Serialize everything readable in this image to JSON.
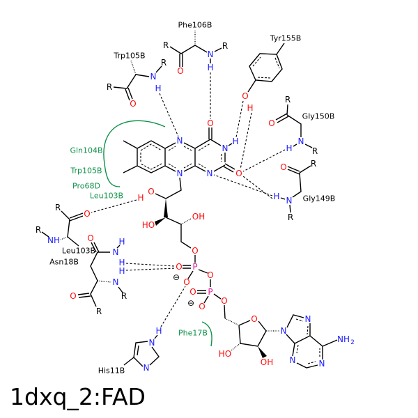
{
  "title": "1dxq_2:FAD",
  "residues": {
    "phe106": "Phe106B",
    "trp105": "Trp105B",
    "tyr155": "Tyr155B",
    "gly150": "Gly150B",
    "gly149": "Gly149B",
    "leu103": "Leu103B",
    "asn18": "Asn18B",
    "his11": "His11B"
  },
  "hydrophobic": {
    "gln104": "Gln104B",
    "trp105": "Trp105B",
    "pro68": "Pro68D",
    "leu103": "Leu103B",
    "phe17": "Phe17B"
  },
  "atoms": [
    "N",
    "N",
    "O",
    "N",
    "H",
    "O",
    "N",
    "O",
    "H",
    "HO",
    "OH",
    "O",
    "P",
    "O",
    "O",
    "⊖",
    "O",
    "P",
    "O",
    "O",
    "⊖",
    "O",
    "O",
    "HO",
    "OH",
    "N",
    "N",
    "N",
    "N",
    "NH",
    "2",
    "R",
    "N",
    "H",
    "R",
    "O",
    "N",
    "H",
    "R",
    "R",
    "O",
    "O",
    "H",
    "R",
    "O",
    "N",
    "H",
    "R",
    "R",
    "O",
    "N",
    "H",
    "R",
    "R",
    "O",
    "NH",
    "R",
    "O",
    "H",
    "N",
    "H",
    "H",
    "N",
    "O",
    "R",
    "R",
    "N",
    "H",
    "N"
  ],
  "colors": {
    "nitrogen": "#1c1cff",
    "oxygen": "#ff0d0d",
    "phosphorus": "#e0209b",
    "hydrophobic": "#10924a"
  }
}
